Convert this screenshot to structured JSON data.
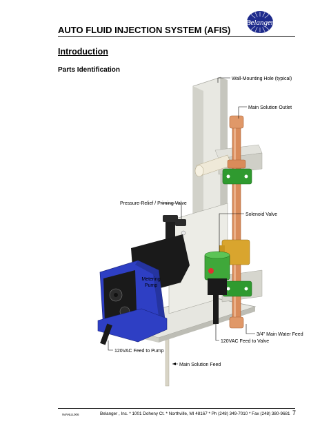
{
  "header": {
    "title": "AUTO FLUID INJECTION SYSTEM (AFIS)",
    "logo_text": "Belanger",
    "logo_icon": "belanger-starburst-logo"
  },
  "section": {
    "heading": "Introduction",
    "subheading": "Parts Identification"
  },
  "callouts": {
    "wall_mounting_hole": "Wall-Mounting Hole (typical)",
    "main_solution_outlet": "Main Solution Outlet",
    "pressure_relief_valve": "Pressure-Relief / Priming Valve",
    "solenoid_valve": "Solenoid Valve",
    "metering_pump_line1": "Metering",
    "metering_pump_line2": "Pump",
    "main_water_feed": "3/4\" Main Water Feed",
    "feed_to_valve": "120VAC Feed to Valve",
    "feed_to_pump": "120VAC Feed to Pump",
    "main_solution_feed": "Main Solution Feed"
  },
  "footer": {
    "code": "!MANUL006",
    "address": "Belanger , Inc. * 1001 Doheny Ct. * Northville, MI 48167 * Ph (248) 349-7010 * Fax (248) 380-9681",
    "page_number": "7"
  },
  "colors": {
    "pump_blue": "#2e3fc4",
    "pump_black": "#1a1a1a",
    "solenoid_green": "#3fa83a",
    "clamp_green": "#2f9a2f",
    "copper_pipe": "#d98b5a",
    "brass_valve": "#d9a52e",
    "frame_grey": "#dcdcd6"
  }
}
